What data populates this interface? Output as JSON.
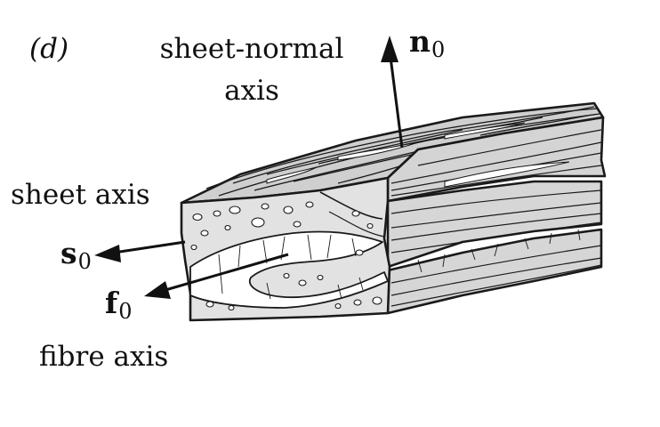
{
  "panel_label": "(d)",
  "sheet_normal_axis": {
    "line1": "sheet-normal",
    "line2": "axis",
    "symbol": "n",
    "subscript": "0"
  },
  "sheet_axis": {
    "label": "sheet axis",
    "symbol": "s",
    "subscript": "0"
  },
  "fibre_axis": {
    "label": "fibre axis",
    "symbol": "f",
    "subscript": "0"
  },
  "colors": {
    "tissue_fill": "#d4d4d4",
    "front_face": "#e0e0e0",
    "line": "#1a1a1a"
  }
}
